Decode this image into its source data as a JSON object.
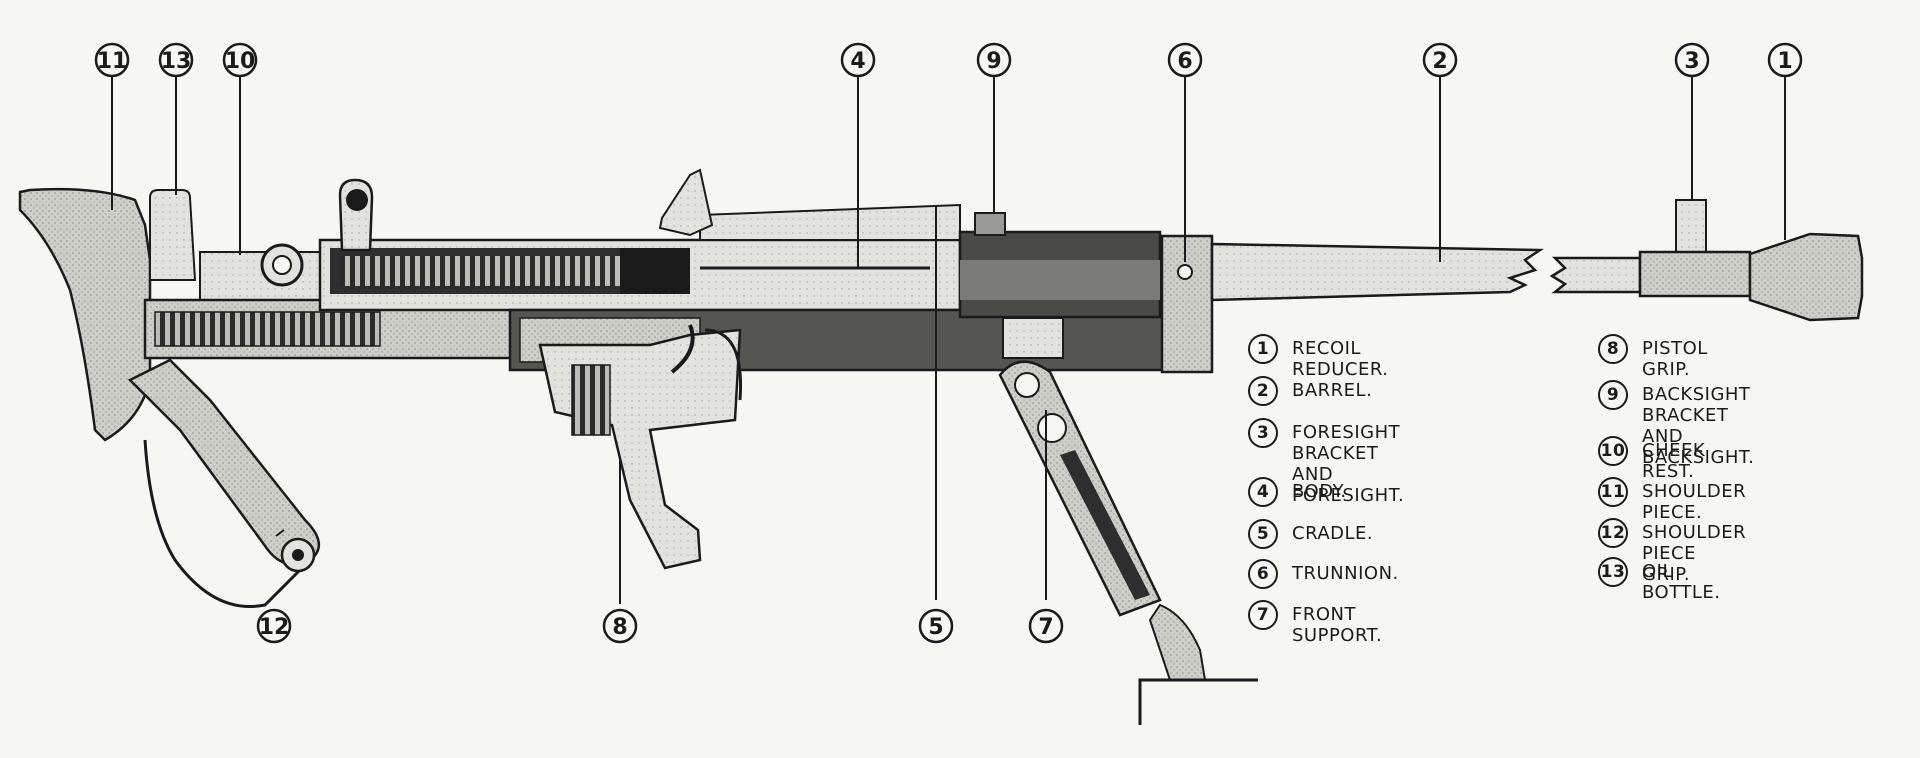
{
  "callouts": [
    "11",
    "13",
    "10",
    "4",
    "9",
    "6",
    "2",
    "3",
    "1",
    "12",
    "8",
    "5",
    "7"
  ],
  "legend": [
    {
      "num": "1",
      "text": "RECOIL REDUCER."
    },
    {
      "num": "2",
      "text": "BARREL."
    },
    {
      "num": "3",
      "text": "FORESIGHT BRACKET AND\nFORESIGHT."
    },
    {
      "num": "4",
      "text": "BODY."
    },
    {
      "num": "5",
      "text": "CRADLE."
    },
    {
      "num": "6",
      "text": "TRUNNION."
    },
    {
      "num": "7",
      "text": "FRONT SUPPORT."
    },
    {
      "num": "8",
      "text": "PISTOL GRIP."
    },
    {
      "num": "9",
      "text": "BACKSIGHT BRACKET\nAND BACKSIGHT."
    },
    {
      "num": "10",
      "text": "CHEEK REST."
    },
    {
      "num": "11",
      "text": "SHOULDER PIECE."
    },
    {
      "num": "12",
      "text": "SHOULDER PIECE GRIP."
    },
    {
      "num": "13",
      "text": "OIL BOTTLE."
    }
  ]
}
